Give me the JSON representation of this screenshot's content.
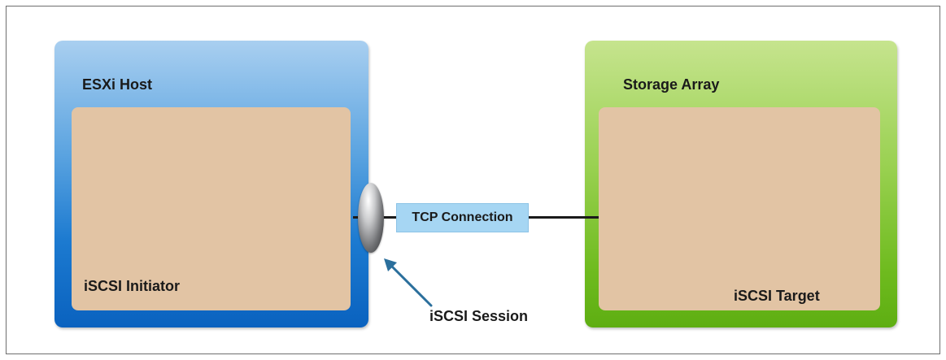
{
  "diagram": {
    "host": {
      "title": "ESXi Host",
      "inner_label": "iSCSI Initiator"
    },
    "array": {
      "title": "Storage Array",
      "inner_label": "iSCSI Target"
    },
    "connection": {
      "label": "TCP Connection"
    },
    "session": {
      "label": "iSCSI Session"
    }
  },
  "colors": {
    "host_gradient": [
      "#a9cff0",
      "#0a62bf"
    ],
    "array_gradient": [
      "#c6e48e",
      "#5eae12"
    ],
    "inner_fill": "#e2c4a4",
    "tcp_label_fill": "#a6d6f3",
    "arrow": "#2b6f9c"
  },
  "icons": {
    "port": "port-ellipse-icon",
    "session_arrow": "arrow-up-left-icon"
  }
}
